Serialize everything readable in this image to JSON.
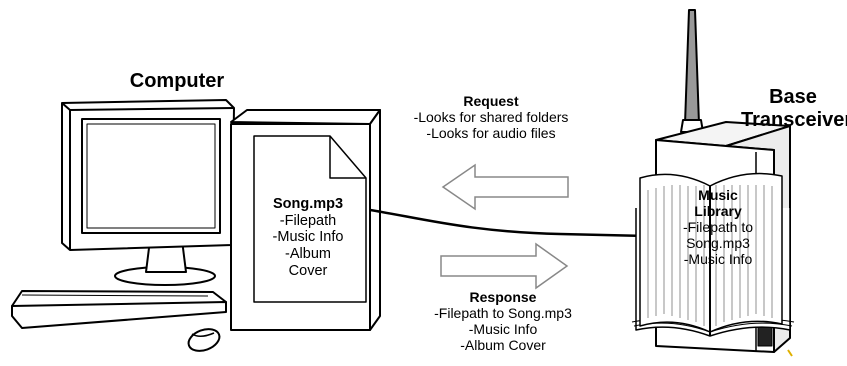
{
  "computer": {
    "title": "Computer",
    "document": {
      "filename": "Song.mp3",
      "lines": [
        "-Filepath",
        "-Music Info",
        "-Album",
        "Cover"
      ]
    }
  },
  "base": {
    "title_line1": "Base",
    "title_line2": "Transceiver",
    "library": {
      "heading_line1": "Music",
      "heading_line2": "Library",
      "lines": [
        "-Filepath to",
        "Song.mp3",
        "-Music Info"
      ]
    }
  },
  "request": {
    "heading": "Request",
    "lines": [
      "-Looks for shared folders",
      "-Looks for audio files"
    ]
  },
  "response": {
    "heading": "Response",
    "lines": [
      "-Filepath to Song.mp3",
      "-Music Info",
      "-Album Cover"
    ]
  }
}
